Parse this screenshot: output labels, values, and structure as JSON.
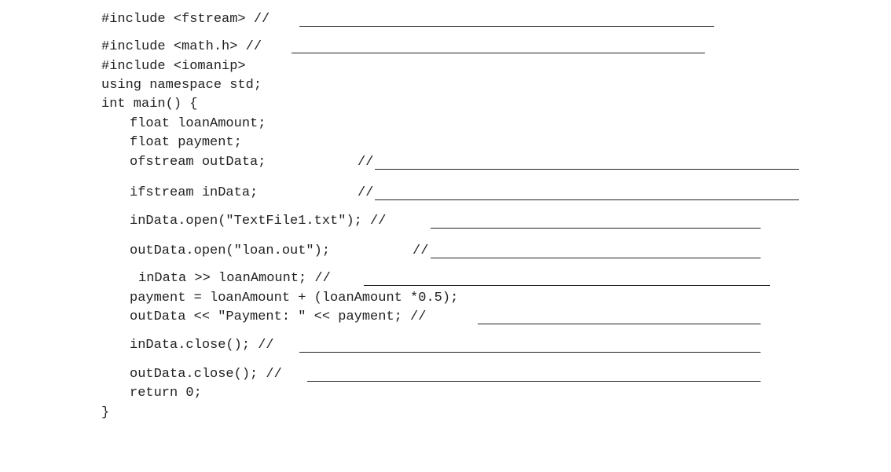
{
  "code": {
    "lines": [
      "#include <fstream> //",
      "#include <math.h> //",
      "#include <iomanip>",
      "using namespace std;",
      "int main() {",
      "float loanAmount;",
      "float payment;",
      "ofstream outData;",
      "//",
      "ifstream inData;",
      "//",
      "inData.open(\"TextFile1.txt\"); //",
      "outData.open(\"loan.out\");",
      "//",
      "inData >> loanAmount; //",
      "payment = loanAmount + (loanAmount *0.5);",
      "outData << \"Payment: \" << payment; //",
      "inData.close(); //",
      "outData.close(); //",
      "return 0;",
      "}"
    ]
  }
}
